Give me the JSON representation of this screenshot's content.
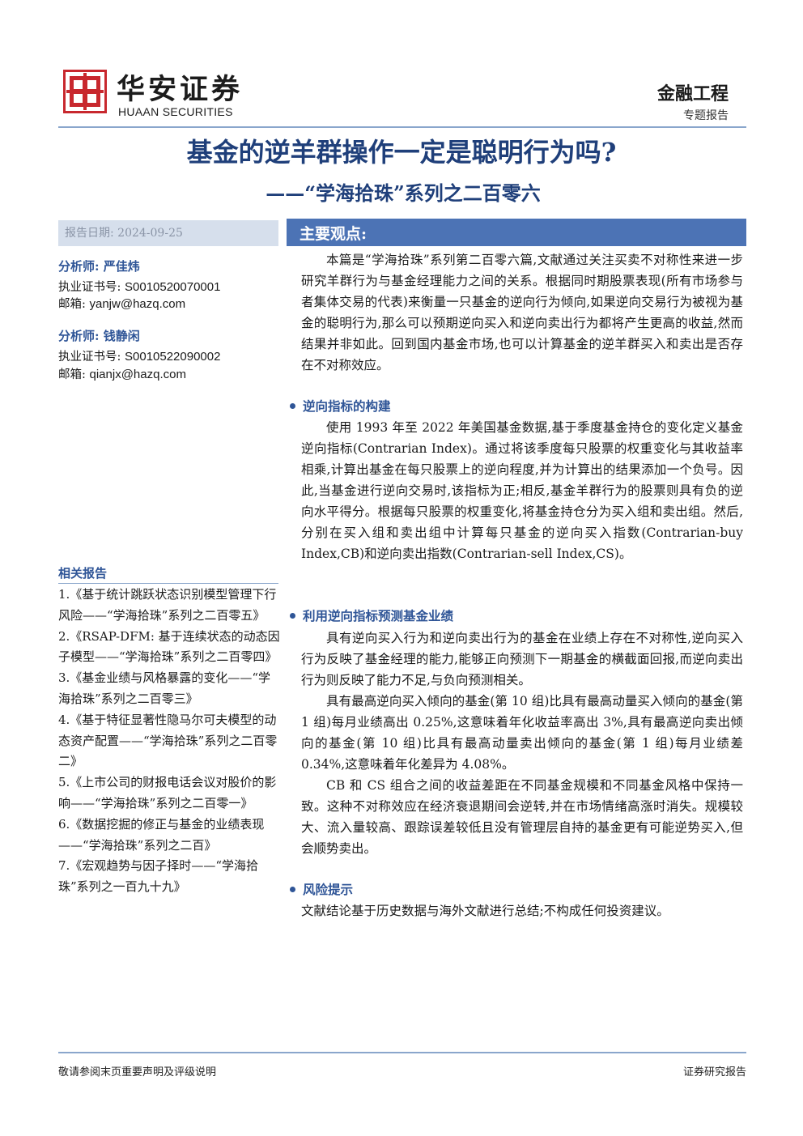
{
  "header": {
    "brand_cn": "华安证券",
    "brand_en": "HUAAN SECURITIES",
    "department": "金融工程",
    "report_type": "专题报告",
    "logo_color": "#c8282e"
  },
  "title": {
    "main": "基金的逆羊群操作一定是聪明行为吗?",
    "sub": "——“学海拾珠”系列之二百零六"
  },
  "sidebar": {
    "report_date": "报告日期: 2024-09-25",
    "analysts": [
      {
        "name": "分析师: 严佳炜",
        "cert_label": "执业证书号:",
        "cert_no": "S0010520070001",
        "email_label": "邮箱:",
        "email": "yanjw@hazq.com"
      },
      {
        "name": "分析师: 钱静闲",
        "cert_label": "执业证书号:",
        "cert_no": "S0010522090002",
        "email_label": "邮箱:",
        "email": "qianjx@hazq.com"
      }
    ],
    "related_title": "相关报告",
    "related_reports": [
      "1.《基于统计跳跃状态识别模型管理下行风险——“学海拾珠”系列之二百零五》",
      "2.《RSAP-DFM: 基于连续状态的动态因子模型——“学海拾珠”系列之二百零四》",
      "3.《基金业绩与风格暴露的变化——“学海拾珠”系列之二百零三》",
      "4.《基于特征显著性隐马尔可夫模型的动态资产配置——“学海拾珠”系列之二百零二》",
      "5.《上市公司的财报电话会议对股价的影响——“学海拾珠”系列之二百零一》",
      "6.《数据挖掘的修正与基金的业绩表现——“学海拾珠”系列之二百》",
      "7.《宏观趋势与因子择时——“学海拾珠”系列之一百九十九》"
    ]
  },
  "main": {
    "key_title": "主要观点:",
    "intro": "本篇是“学海拾珠”系列第二百零六篇,文献通过关注买卖不对称性来进一步研究羊群行为与基金经理能力之间的关系。根据同时期股票表现(所有市场参与者集体交易的代表)来衡量一只基金的逆向行为倾向,如果逆向交易行为被视为基金的聪明行为,那么可以预期逆向买入和逆向卖出行为都将产生更高的收益,然而结果并非如此。回到国内基金市场,也可以计算基金的逆羊群买入和卖出是否存在不对称效应。",
    "section1_title": "逆向指标的构建",
    "section1_p1": "使用 1993 年至 2022 年美国基金数据,基于季度基金持仓的变化定义基金逆向指标(Contrarian Index)。通过将该季度每只股票的权重变化与其收益率相乘,计算出基金在每只股票上的逆向程度,并为计算出的结果添加一个负号。因此,当基金进行逆向交易时,该指标为正;相反,基金羊群行为的股票则具有负的逆向水平得分。根据每只股票的权重变化,将基金持仓分为买入组和卖出组。然后,分别在买入组和卖出组中计算每只基金的逆向买入指数(Contrarian-buy Index,CB)和逆向卖出指数(Contrarian-sell Index,CS)。",
    "section2_title": "利用逆向指标预测基金业绩",
    "section2_p1": "具有逆向买入行为和逆向卖出行为的基金在业绩上存在不对称性,逆向买入行为反映了基金经理的能力,能够正向预测下一期基金的横截面回报,而逆向卖出行为则反映了能力不足,与负向预测相关。",
    "section2_p2": "具有最高逆向买入倾向的基金(第 10 组)比具有最高动量买入倾向的基金(第 1 组)每月业绩高出 0.25%,这意味着年化收益率高出 3%,具有最高逆向卖出倾向的基金(第 10 组)比具有最高动量卖出倾向的基金(第 1 组)每月业绩差 0.34%,这意味着年化差异为 4.08%。",
    "section2_p3": "CB 和 CS 组合之间的收益差距在不同基金规模和不同基金风格中保持一致。这种不对称效应在经济衰退期间会逆转,并在市场情绪高涨时消失。规模较大、流入量较高、跟踪误差较低且没有管理层自持的基金更有可能逆势买入,但会顺势卖出。",
    "section3_title": "风险提示",
    "section3_p1": "文献结论基于历史数据与海外文献进行总结;不构成任何投资建议。"
  },
  "footer": {
    "left": "敬请参阅末页重要声明及评级说明",
    "right": "证券研究报告"
  }
}
